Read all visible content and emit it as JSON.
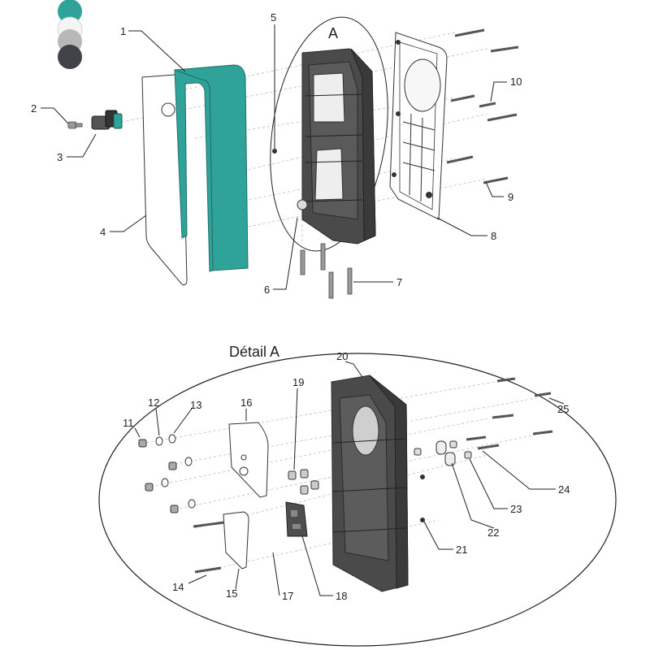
{
  "colors": {
    "teal": "#2fa39a",
    "white": "#f4f4f4",
    "light_grey": "#b8b8b8",
    "dark_grey": "#3f4246",
    "housing": "#4a4a4a"
  },
  "swatches": [
    {
      "name": "teal",
      "color": "#2fa39a"
    },
    {
      "name": "white",
      "color": "#f4f4f4"
    },
    {
      "name": "light-grey",
      "color": "#b8b8b8"
    },
    {
      "name": "dark-grey",
      "color": "#3f4246"
    }
  ],
  "detail_label": "A",
  "detail_title": "Détail A",
  "callouts": {
    "c1": "1",
    "c2": "2",
    "c3": "3",
    "c4": "4",
    "c5": "5",
    "c6": "6",
    "c7": "7",
    "c8": "8",
    "c9": "9",
    "c10": "10",
    "c11": "11",
    "c12": "12",
    "c13": "13",
    "c14": "14",
    "c15": "15",
    "c16": "16",
    "c17": "17",
    "c18": "18",
    "c19": "19",
    "c20": "20",
    "c21": "21",
    "c22": "22",
    "c23": "23",
    "c24": "24",
    "c25": "25"
  }
}
